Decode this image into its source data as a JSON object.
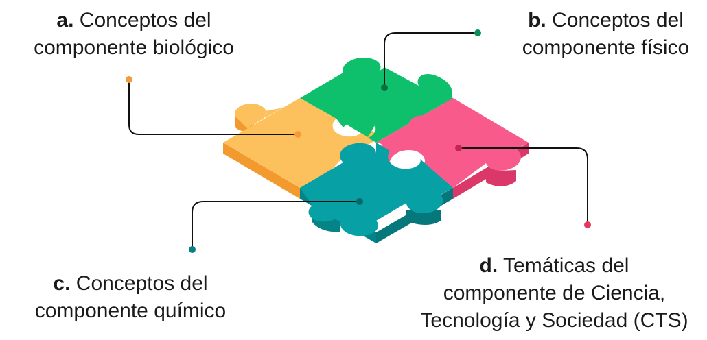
{
  "labels": {
    "a": {
      "key": "a.",
      "line1": "Conceptos del",
      "line2": "componente biológico",
      "color": "#f39a3c"
    },
    "b": {
      "key": "b.",
      "line1": "Conceptos del",
      "line2": "componente físico",
      "color": "#0d8f5a"
    },
    "c": {
      "key": "c.",
      "line1": "Conceptos del",
      "line2": "componente químico",
      "color": "#0a7f82"
    },
    "d": {
      "key": "d.",
      "line1": "Temáticas del",
      "line2": "componente de Ciencia,",
      "line3": "Tecnología y Sociedad (CTS)",
      "color": "#e8375f"
    }
  },
  "pieces": {
    "yellow": "#fcc15c",
    "green": "#0ec06b",
    "pink": "#f85a8c",
    "teal": "#07a1a5"
  }
}
